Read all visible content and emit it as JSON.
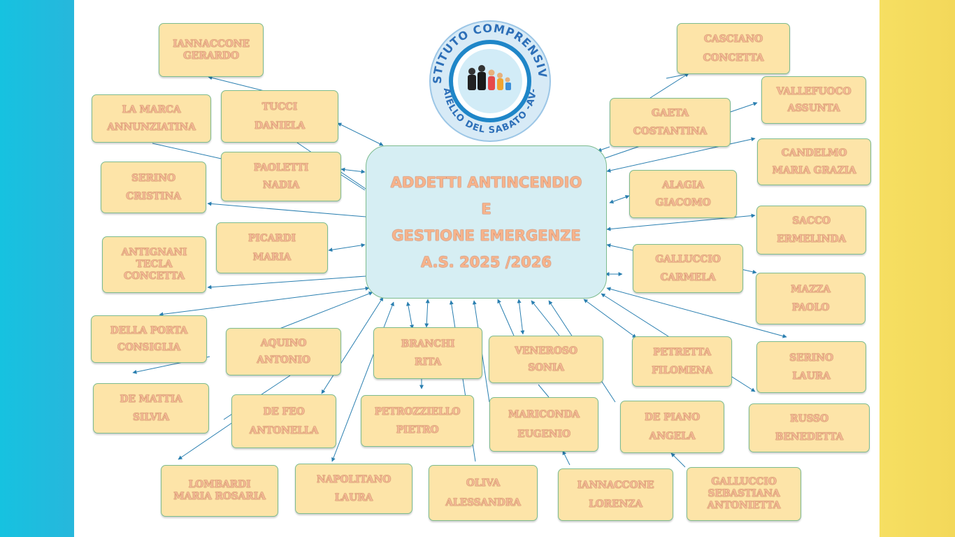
{
  "title": {
    "lines": [
      "ADDETTI  ANTINCENDIO",
      "E",
      "GESTIONE EMERGENZE",
      "A.S. 2025 /2026"
    ]
  },
  "logo": {
    "ring_text_top": "ISTITUTO COMPRENSIVO",
    "ring_text_bottom": "AIELLO DEL SABATO -AV-",
    "icon": "children-graduates-icon"
  },
  "colors": {
    "left_band": "#1ec0e0",
    "right_band": "#f5dc5e",
    "box_fill": "#fde4a8",
    "box_border": "#7dbb8e",
    "center_fill": "#d6eef3",
    "text": "#f3b996",
    "arrow": "#2a7fb0"
  },
  "people": {
    "iannaccone_gerardo": [
      "IANNACCONE",
      "GERARDO"
    ],
    "tucci_daniela": [
      "TUCCI",
      "DANIELA"
    ],
    "la_marca": [
      "LA MARCA",
      "ANNUNZIATINA"
    ],
    "paoletti": [
      "PAOLETTI",
      "NADIA"
    ],
    "serino_cristina": [
      "SERINO",
      "CRISTINA"
    ],
    "picardi": [
      "PICARDI",
      "MARIA"
    ],
    "antignani": [
      "ANTIGNANI",
      "TECLA",
      "CONCETTA"
    ],
    "della_porta": [
      "DELLA PORTA",
      "CONSIGLIA"
    ],
    "aquino": [
      "AQUINO",
      "ANTONIO"
    ],
    "de_mattia": [
      "DE MATTIA",
      "SILVIA"
    ],
    "de_feo": [
      "DE FEO",
      "ANTONELLA"
    ],
    "lombardi": [
      "LOMBARDI",
      "MARIA ROSARIA"
    ],
    "napolitano": [
      "NAPOLITANO",
      "LAURA"
    ],
    "branchi": [
      "BRANCHI",
      "RITA"
    ],
    "petrozziello": [
      "PETROZZIELLO",
      "PIETRO"
    ],
    "oliva": [
      "OLIVA",
      "ALESSANDRA"
    ],
    "veneroso": [
      "VENEROSO",
      "SONIA"
    ],
    "mariconda": [
      "MARICONDA",
      "EUGENIO"
    ],
    "iannaccone_lorenza": [
      "IANNACCONE",
      "LORENZA"
    ],
    "petretta": [
      "PETRETTA",
      "FILOMENA"
    ],
    "de_piano": [
      "DE PIANO",
      "ANGELA"
    ],
    "galluccio_sebastiana": [
      "GALLUCCIO",
      "SEBASTIANA",
      "ANTONIETTA"
    ],
    "casciano": [
      "CASCIANO",
      "CONCETTA"
    ],
    "vallefuoco": [
      "VALLEFUOCO",
      "ASSUNTA"
    ],
    "gaeta": [
      "GAETA",
      "COSTANTINA"
    ],
    "candelmo": [
      "CANDELMO",
      "MARIA GRAZIA"
    ],
    "alagia": [
      "ALAGIA",
      "GIACOMO"
    ],
    "sacco": [
      "SACCO",
      "ERMELINDA"
    ],
    "galluccio_carmela": [
      "GALLUCCIO",
      "CARMELA"
    ],
    "mazza": [
      "MAZZA",
      "PAOLO"
    ],
    "serino_laura": [
      "SERINO",
      "LAURA"
    ],
    "russo": [
      "RUSSO",
      "BENEDETTA"
    ]
  }
}
